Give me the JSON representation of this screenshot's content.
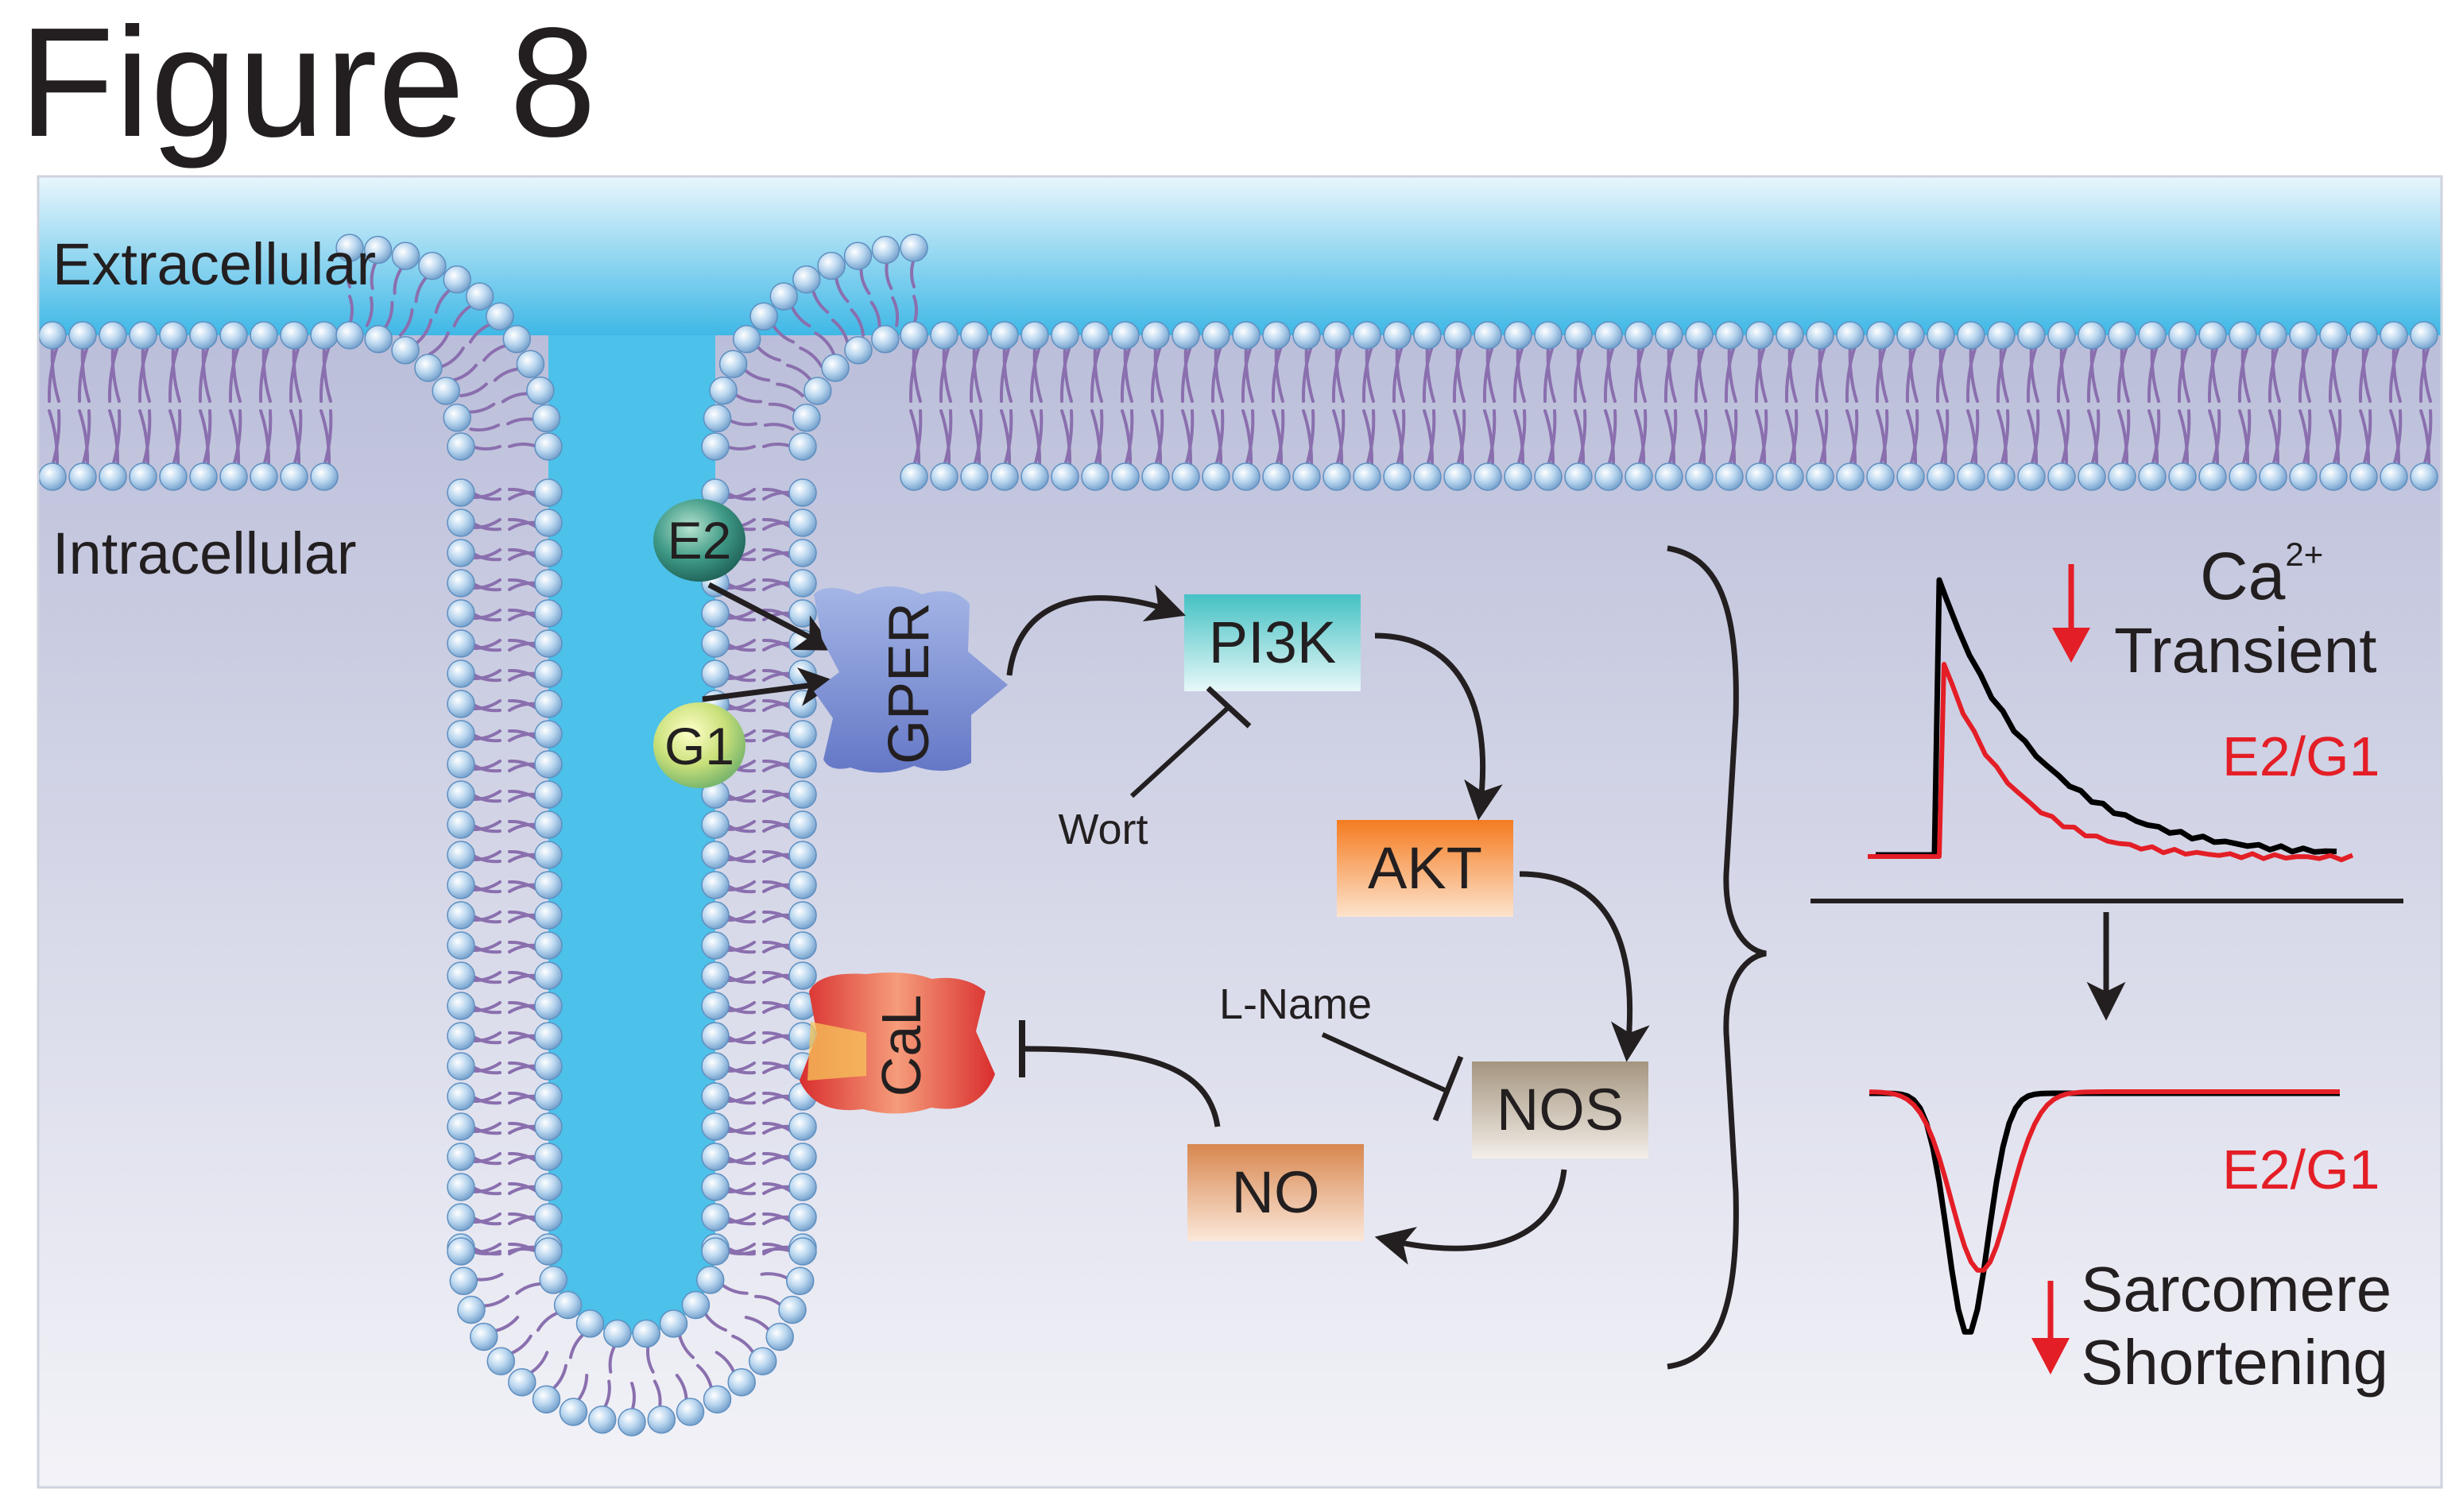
{
  "figure_title": "Figure 8",
  "regions": {
    "extracellular": "Extracellular",
    "intracellular": "Intracellular"
  },
  "ligands": {
    "e2": "E2",
    "g1": "G1"
  },
  "receptor": "GPER",
  "channel": "CaL",
  "pathway": {
    "pi3k": "PI3K",
    "akt": "AKT",
    "nos": "NOS",
    "no": "NO"
  },
  "inhibitors": {
    "wort": "Wort",
    "l_name": "L-Name"
  },
  "results": {
    "ca_label": "Ca",
    "ca_superscript": "2+",
    "transient_label": "Transient",
    "treatment_label_top": "E2/G1",
    "treatment_label_bottom": "E2/G1",
    "sarcomere_label": "Sarcomere",
    "shortening_label": "Shortening"
  },
  "colors": {
    "extracellular_top": "#3fb8e6",
    "extracellular_bottom": "#e9f6fc",
    "intracellular_top": "#b5b9d6",
    "intracellular_bottom": "#f2f2f8",
    "lipid_tail": "#8a6fae",
    "lipid_head": "#9fc4e6",
    "control_trace": "#000000",
    "treatment_trace": "#e41e26",
    "decrease_arrow": "#e41e26",
    "pi3k_box": "#56c5c7",
    "akt_box": "#f58220",
    "nos_box": "#a89a86",
    "no_box": "#d98c55"
  }
}
